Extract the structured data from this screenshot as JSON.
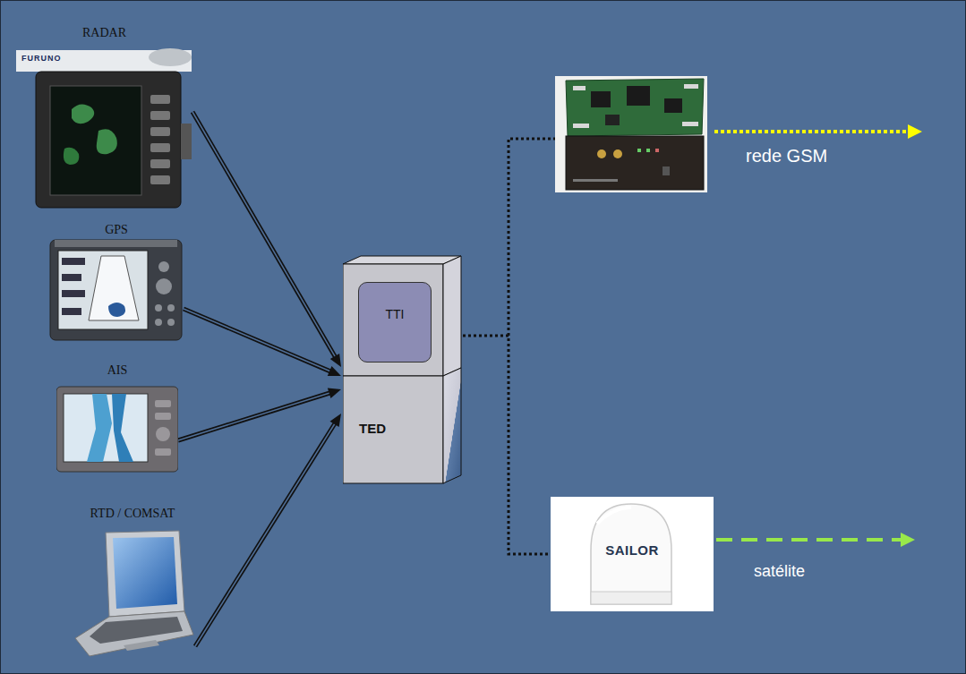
{
  "diagram": {
    "nodes": [
      {
        "text": [
          "RADAR",
          "FURUNO"
        ]
      },
      {
        "text": [
          "GPS"
        ]
      },
      {
        "text": [
          "AIS"
        ]
      },
      {
        "text": [
          "RTD / COMSAT"
        ]
      },
      {
        "text": [
          "TED"
        ]
      },
      {
        "text": [
          "TTI"
        ],
        "in": 4
      },
      {
        "text": [
          "SAILOR"
        ]
      }
    ],
    "edges": [
      {
        "from": 0,
        "to": 4,
        "arrow": "to"
      },
      {
        "from": 1,
        "to": 4,
        "arrow": "to"
      },
      {
        "from": 2,
        "to": 4,
        "arrow": "to"
      },
      {
        "from": 3,
        "to": 4,
        "arrow": "to"
      },
      {
        "from": 4,
        "to": 6,
        "arrow": "none"
      }
    ],
    "labels": [
      "rede GSM",
      "satélite"
    ]
  }
}
